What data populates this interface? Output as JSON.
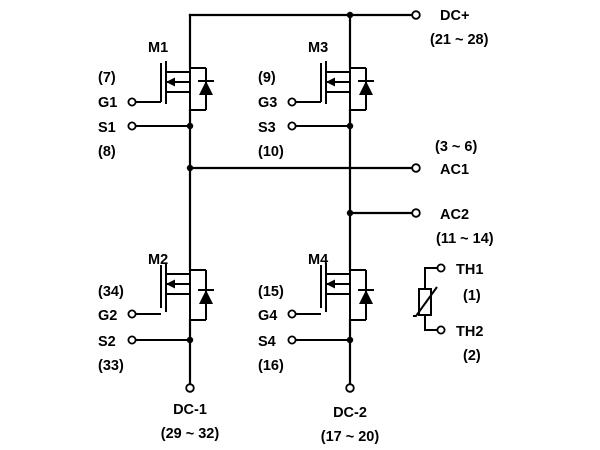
{
  "dc_plus": {
    "name": "DC+",
    "pins": "(21 ~ 28)"
  },
  "ac1": {
    "name": "AC1",
    "pins": "(3 ~ 6)"
  },
  "ac2": {
    "name": "AC2",
    "pins": "(11 ~ 14)"
  },
  "dc_minus_1": {
    "name": "DC-1",
    "pins": "(29 ~ 32)"
  },
  "dc_minus_2": {
    "name": "DC-2",
    "pins": "(17 ~ 20)"
  },
  "m1": {
    "name": "M1",
    "gate": "G1",
    "gate_pin": "(7)",
    "source": "S1",
    "source_pin": "(8)"
  },
  "m2": {
    "name": "M2",
    "gate": "G2",
    "gate_pin": "(34)",
    "source": "S2",
    "source_pin": "(33)"
  },
  "m3": {
    "name": "M3",
    "gate": "G3",
    "gate_pin": "(9)",
    "source": "S3",
    "source_pin": "(10)"
  },
  "m4": {
    "name": "M4",
    "gate": "G4",
    "gate_pin": "(15)",
    "source": "S4",
    "source_pin": "(16)"
  },
  "th1": {
    "name": "TH1",
    "pin": "(1)"
  },
  "th2": {
    "name": "TH2",
    "pin": "(2)"
  }
}
